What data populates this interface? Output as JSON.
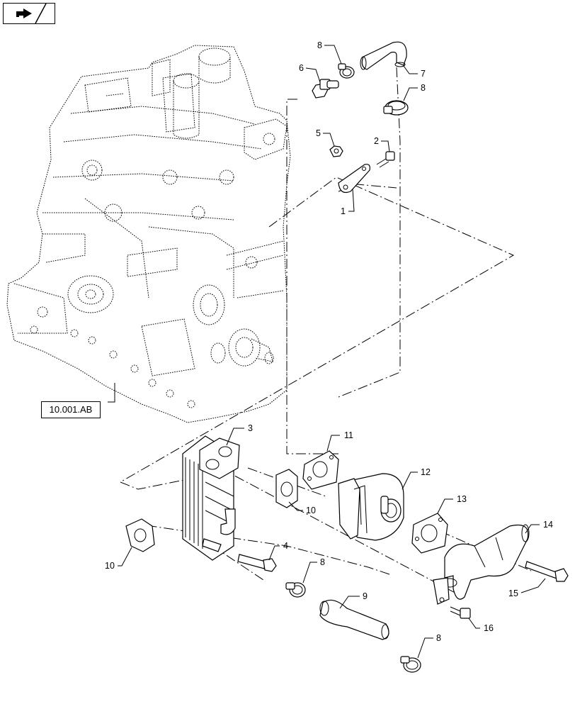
{
  "nav": {
    "icon": "arrow-right-icon"
  },
  "reference_label": "10.001.AB",
  "callouts": {
    "c1": "1",
    "c2": "2",
    "c3": "3",
    "c4": "4",
    "c5": "5",
    "c6": "6",
    "c7": "7",
    "c8a": "8",
    "c8b": "8",
    "c8c": "8",
    "c8d": "8",
    "c9": "9",
    "c10a": "10",
    "c10b": "10",
    "c11": "11",
    "c12": "12",
    "c13": "13",
    "c14": "14",
    "c15": "15",
    "c16": "16"
  }
}
